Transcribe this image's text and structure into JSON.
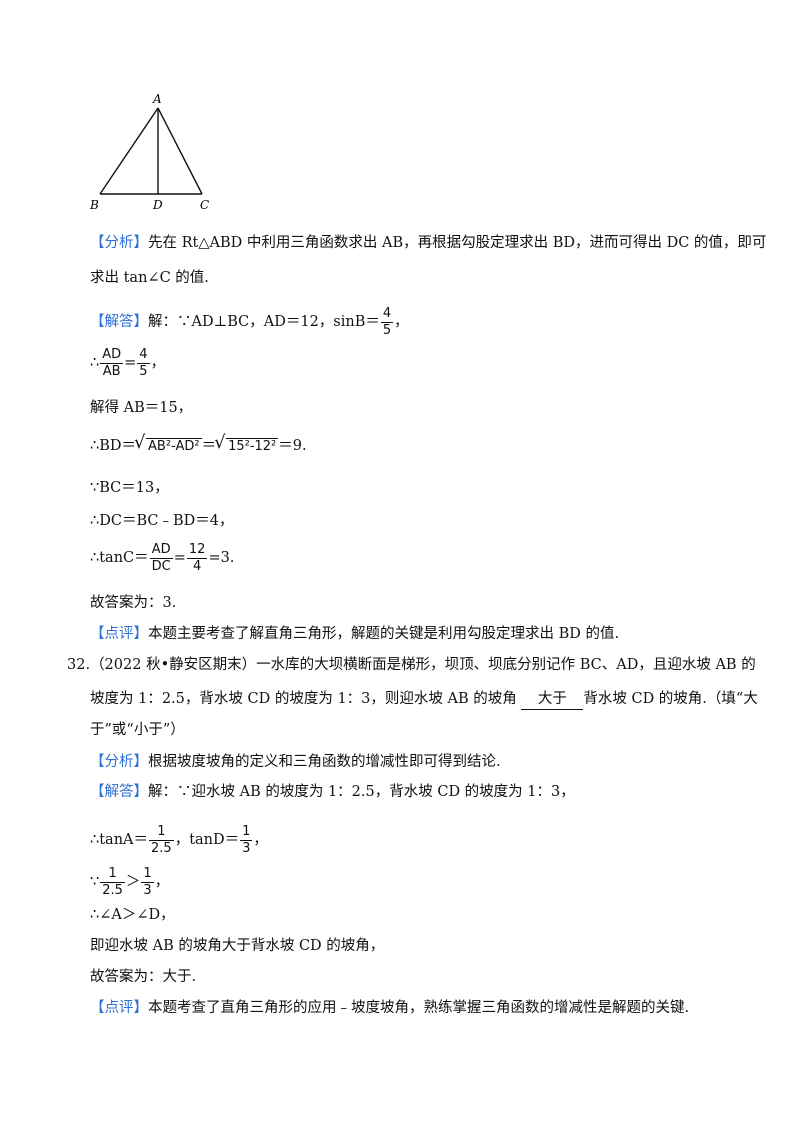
{
  "figure": {
    "labels": {
      "A": "A",
      "B": "B",
      "C": "C",
      "D": "D"
    }
  },
  "q31": {
    "analysis_tag": "【分析】",
    "analysis_line1": "先在 Rt△ABD 中利用三角函数求出 AB，再根据勾股定理求出 BD，进而可得出 DC 的值，即可",
    "analysis_line2": "求出 tan∠C 的值.",
    "solution_tag": "【解答】",
    "sol_l1": "解：∵AD⊥BC，AD＝12，sinB＝",
    "sol_l1_num": "4",
    "sol_l1_den": "5",
    "sol_l1_end": "，",
    "sol_l2_pre": "∴",
    "sol_l2_num": "AD",
    "sol_l2_den": "AB",
    "sol_l2_eq": "=",
    "sol_l2_rnum": "4",
    "sol_l2_rden": "5",
    "sol_l2_end": "，",
    "sol_l3": "解得 AB＝15，",
    "sol_l4_pre": "∴BD＝",
    "sol_l4_rad1": "AB²-AD²",
    "sol_l4_eq": "＝",
    "sol_l4_rad2": "15²-12²",
    "sol_l4_end": "＝9.",
    "sol_l5": "∵BC＝13，",
    "sol_l6": "∴DC＝BC﹣BD＝4，",
    "sol_l7_pre": "∴tanC＝",
    "sol_l7_num": "AD",
    "sol_l7_den": "DC",
    "sol_l7_eq": "=",
    "sol_l7_rnum": "12",
    "sol_l7_rden": "4",
    "sol_l7_end": "=3.",
    "answer": "故答案为：3.",
    "comment_tag": "【点评】",
    "comment": "本题主要考查了解直角三角形，解题的关键是利用勾股定理求出 BD 的值."
  },
  "q32": {
    "number": "32.",
    "stem_l1": "（2022 秋•静安区期末）一水库的大坝横断面是梯形，坝顶、坝底分别记作 BC、AD，且迎水坡 AB 的",
    "stem_l2_a": "坡度为 1：2.5，背水坡 CD 的坡度为 1：3，则迎水坡 AB 的坡角",
    "blank_answer": "大于",
    "stem_l2_b": "背水坡 CD 的坡角.（填“大",
    "stem_l3": "于”或“小于”）",
    "analysis_tag": "【分析】",
    "analysis": "根据坡度坡角的定义和三角函数的增减性即可得到结论.",
    "solution_tag": "【解答】",
    "sol_l1": "解：∵迎水坡 AB 的坡度为 1：2.5，背水坡 CD 的坡度为 1：3，",
    "sol_l2_pre": "∴tanA＝",
    "sol_l2_num": "1",
    "sol_l2_den": "2.5",
    "sol_l2_mid": "，tanD＝",
    "sol_l2_num2": "1",
    "sol_l2_den2": "3",
    "sol_l2_end": "，",
    "sol_l3_pre": "∵",
    "sol_l3_num": "1",
    "sol_l3_den": "2.5",
    "sol_l3_gt": "＞",
    "sol_l3_num2": "1",
    "sol_l3_den2": "3",
    "sol_l3_end": "，",
    "sol_l4": "∴∠A＞∠D，",
    "sol_l5": "即迎水坡 AB 的坡角大于背水坡 CD 的坡角，",
    "answer": "故答案为：大于.",
    "comment_tag": "【点评】",
    "comment": "本题考查了直角三角形的应用﹣坡度坡角，熟练掌握三角函数的增减性是解题的关键."
  },
  "colors": {
    "tag": "#2f6fd6",
    "text": "#111111"
  }
}
